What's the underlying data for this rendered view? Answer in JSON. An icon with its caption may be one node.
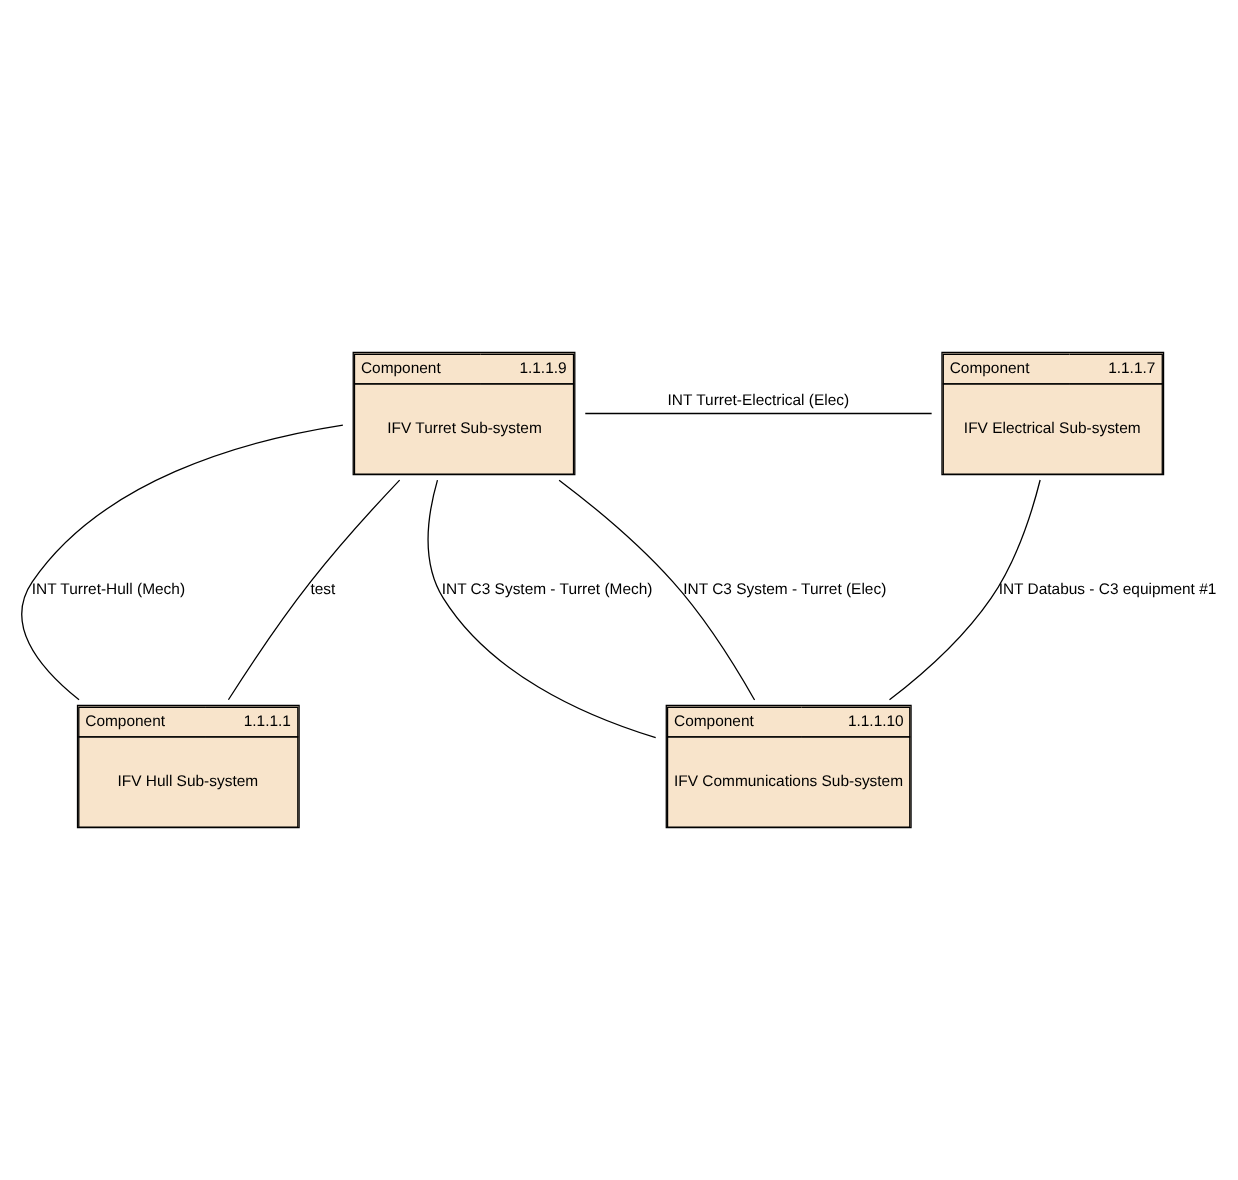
{
  "diagram": {
    "nodes": [
      {
        "text": [
          "Component",
          "1.1.1.9",
          "IFV Turret Sub-system"
        ]
      },
      {
        "text": [
          "Component",
          "1.1.1.7",
          "IFV Electrical Sub-system"
        ]
      },
      {
        "text": [
          "Component",
          "1.1.1.1",
          "IFV Hull Sub-system"
        ]
      },
      {
        "text": [
          "Component",
          "1.1.1.10",
          "IFV Communications Sub-system"
        ]
      }
    ],
    "edges": [
      {
        "from": 0,
        "to": 1,
        "arrow": "none",
        "label": "INT Turret-Electrical (Elec)"
      },
      {
        "from": 0,
        "to": 2,
        "arrow": "none",
        "label": "INT Turret-Hull (Mech)"
      },
      {
        "from": 0,
        "to": 2,
        "arrow": "none",
        "label": "test"
      },
      {
        "from": 0,
        "to": 3,
        "arrow": "none",
        "label": "INT C3 System - Turret (Mech)"
      },
      {
        "from": 0,
        "to": 3,
        "arrow": "none",
        "label": "INT C3 System - Turret (Elec)"
      },
      {
        "from": 1,
        "to": 3,
        "arrow": "none",
        "label": "INT Databus - C3 equipment #1"
      }
    ]
  }
}
